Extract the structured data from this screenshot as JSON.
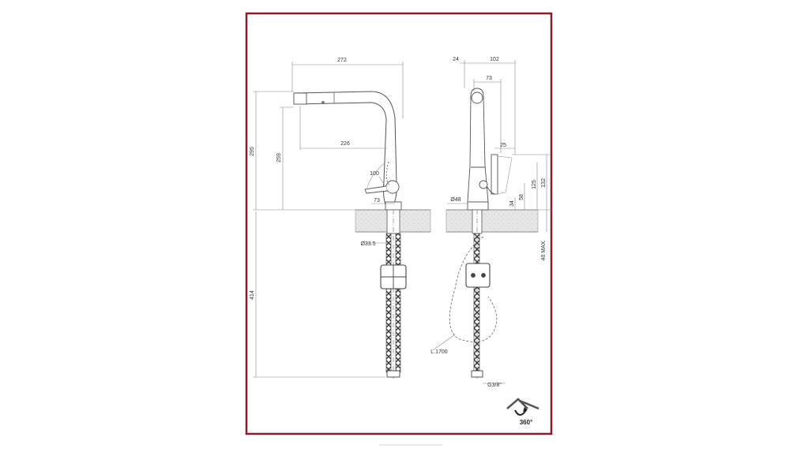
{
  "colors": {
    "frame": "#8b1a2b",
    "line": "#555555",
    "dimline": "#777777",
    "countertop_fill": "#e4e4e4",
    "hose": "#444444"
  },
  "front_view": {
    "dims": {
      "spout_reach": "272",
      "spout_inner_reach": "226",
      "total_height": "295",
      "spout_height": "259",
      "handle_swing": "100",
      "base_offset": "73",
      "hole_diameter": "Ø33.5",
      "below_deck": "414"
    }
  },
  "side_view": {
    "dims": {
      "top_offset": "24",
      "depth": "102",
      "body_offset": "73",
      "lever_angle": "25",
      "base_diameter": "Ø48",
      "lever_height_1": "34",
      "lever_height_2": "58",
      "lever_height_3": "125",
      "lever_height_4": "132",
      "deck_thickness": "40 MAX",
      "hose_length": "L.1700",
      "thread": "G3/8\""
    }
  },
  "rotation_badge": {
    "label": "360°",
    "icon": "rotation-360-icon"
  }
}
